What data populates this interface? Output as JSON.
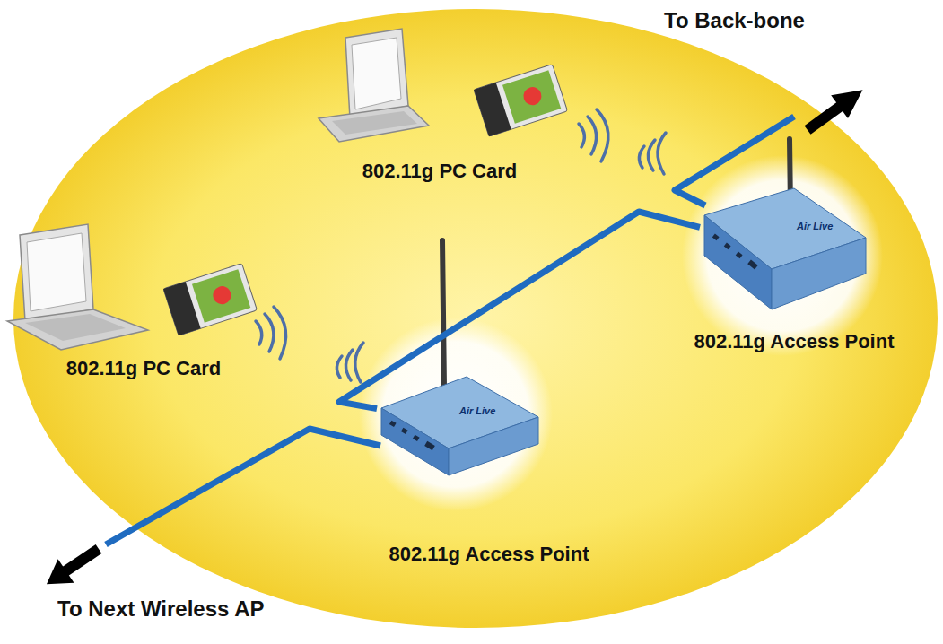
{
  "diagram": {
    "nodes": [
      {
        "text": [
          "802.11g PC Card"
        ]
      },
      {
        "text": [
          "802.11g Access Point"
        ]
      },
      {
        "text": [
          "802.11g PC Card"
        ]
      },
      {
        "text": [
          "802.11g Access Point"
        ]
      }
    ],
    "edges": [
      {
        "from": 3,
        "to": 1,
        "arrow": "none"
      }
    ],
    "labels": [
      "To Back-bone",
      "To Next Wireless AP",
      "Air Live",
      "Air Live"
    ]
  }
}
